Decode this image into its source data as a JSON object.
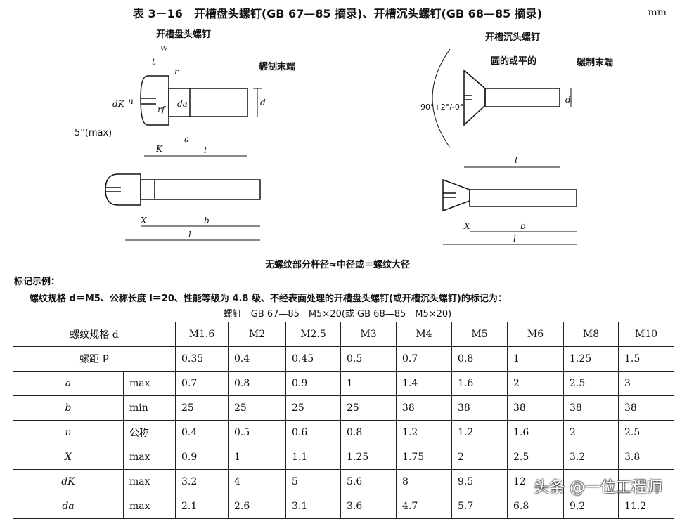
{
  "title": "表 3－16　开槽盘头螺钉(GB 67—85 摘录)、开槽沉头螺钉(GB 68—85 摘录)",
  "unit": "mm",
  "drawings": {
    "left_title": "开槽盘头螺钉",
    "right_title": "开槽沉头螺钉",
    "rolled_end": "辗制末端",
    "round_or_flat": "圆的或平的",
    "angle_left": "5°(max)",
    "angle_right": "90°+2°/-0°",
    "dims": {
      "w": "w",
      "t": "t",
      "r": "r",
      "rf": "rf",
      "dk": "dK",
      "n": "n",
      "da": "da",
      "d": "d",
      "k": "K",
      "a": "a",
      "l": "l",
      "x": "X",
      "b": "b"
    }
  },
  "caption": "无螺纹部分杆径≈中径或＝螺纹大径",
  "example": {
    "heading": "标记示例：",
    "text": "螺纹规格 d＝M5、公称长度 l＝20、性能等级为 4.8 级、不经表面处理的开槽盘头螺钉(或开槽沉头螺钉)的标记为：",
    "marking": "螺钉　GB 67—85　M5×20(或 GB 68—85　M5×20)"
  },
  "table": {
    "header_label": "螺纹规格 d",
    "sizes": [
      "M1.6",
      "M2",
      "M2.5",
      "M3",
      "M4",
      "M5",
      "M6",
      "M8",
      "M10"
    ],
    "pitch_label": "螺距 P",
    "pitch": [
      "0.35",
      "0.4",
      "0.45",
      "0.5",
      "0.7",
      "0.8",
      "1",
      "1.25",
      "1.5"
    ],
    "rows": [
      {
        "name": "a",
        "qual": "max",
        "values": [
          "0.7",
          "0.8",
          "0.9",
          "1",
          "1.4",
          "1.6",
          "2",
          "2.5",
          "3"
        ]
      },
      {
        "name": "b",
        "qual": "min",
        "values": [
          "25",
          "25",
          "25",
          "25",
          "38",
          "38",
          "38",
          "38",
          "38"
        ]
      },
      {
        "name": "n",
        "qual": "公称",
        "values": [
          "0.4",
          "0.5",
          "0.6",
          "0.8",
          "1.2",
          "1.2",
          "1.6",
          "2",
          "2.5"
        ]
      },
      {
        "name": "X",
        "qual": "max",
        "values": [
          "0.9",
          "1",
          "1.1",
          "1.25",
          "1.75",
          "2",
          "2.5",
          "3.2",
          "3.8"
        ]
      },
      {
        "name": "dK",
        "qual": "max",
        "values": [
          "3.2",
          "4",
          "5",
          "5.6",
          "8",
          "9.5",
          "12",
          "",
          ""
        ]
      },
      {
        "name": "da",
        "qual": "max",
        "values": [
          "2.1",
          "2.6",
          "3.1",
          "3.6",
          "4.7",
          "5.7",
          "6.8",
          "9.2",
          "11.2"
        ]
      }
    ]
  },
  "watermark": "头条 @一位工程师"
}
